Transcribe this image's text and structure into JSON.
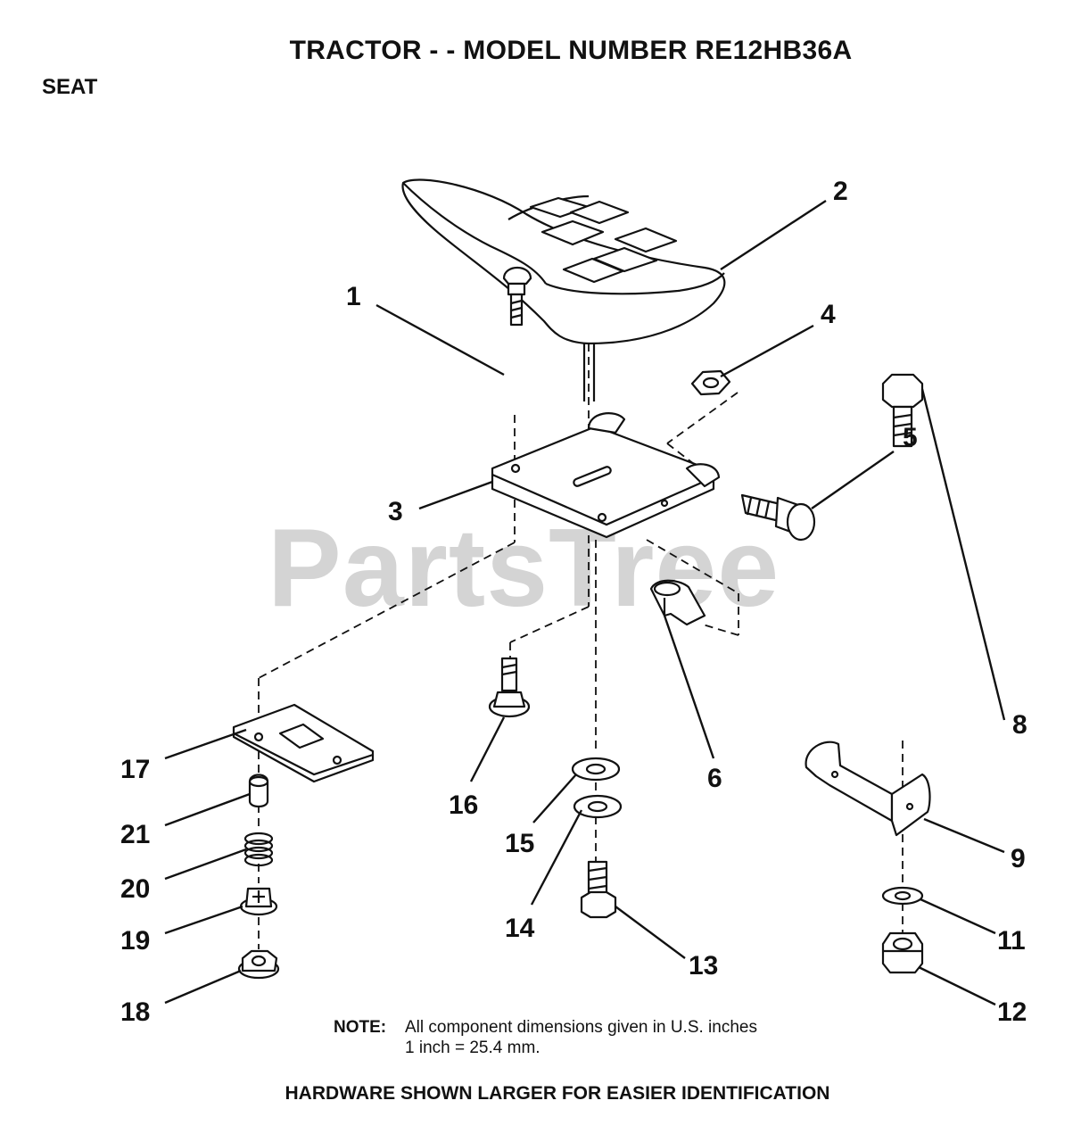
{
  "header": {
    "title": "TRACTOR - - MODEL NUMBER RE12HB36A",
    "section": "SEAT"
  },
  "watermark": "PartsTree",
  "callouts": [
    "1",
    "2",
    "3",
    "4",
    "5",
    "6",
    "8",
    "9",
    "11",
    "12",
    "13",
    "14",
    "15",
    "16",
    "17",
    "18",
    "19",
    "20",
    "21"
  ],
  "note": {
    "label": "NOTE:",
    "line1": "All component dimensions given in U.S. inches",
    "line2": "1 inch = 25.4 mm."
  },
  "footer": "HARDWARE SHOWN LARGER FOR EASIER IDENTIFICATION"
}
